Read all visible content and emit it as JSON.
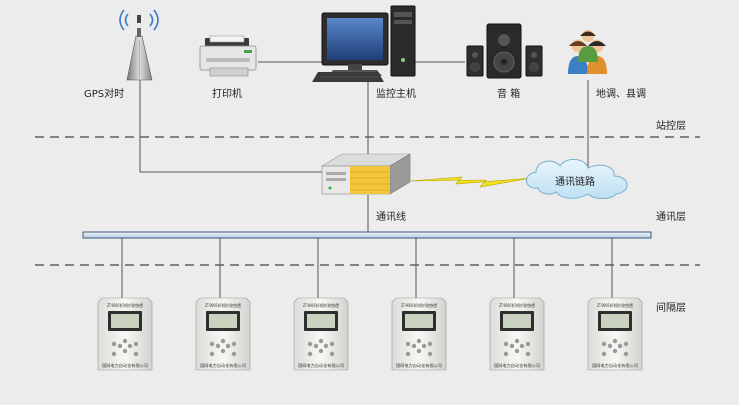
{
  "labels": {
    "gps": "GPS对时",
    "printer": "打印机",
    "host": "监控主机",
    "speaker": "音 箱",
    "dispatch": "地调、县调",
    "station_layer": "站控层",
    "comm_link": "通讯链路",
    "comm_bus": "通讯线",
    "comm_layer": "通讯层",
    "bay_layer": "间隔层"
  },
  "devices": [
    {
      "title": "ZT-9000系列保护测控装置",
      "maker": "国网电力自动化有限公司"
    },
    {
      "title": "ZT-9000系列保护测控装置",
      "maker": "国网电力自动化有限公司"
    },
    {
      "title": "ZT-9000系列保护测控装置",
      "maker": "国网电力自动化有限公司"
    },
    {
      "title": "ZT-9000系列保护测控装置",
      "maker": "国网电力自动化有限公司"
    },
    {
      "title": "ZT-9000系列保护测控装置",
      "maker": "国网电力自动化有限公司"
    },
    {
      "title": "ZT-9000系列保护测控装置",
      "maker": "国网电力自动化有限公司"
    }
  ],
  "colors": {
    "background": "#ececec",
    "line": "#555555",
    "bus_fill": "#d6e4f2",
    "bus_stroke": "#3c5a7a",
    "cloud_fill": "#d3ebf8",
    "cloud_stroke": "#7aaecd",
    "bolt": "#f2e020",
    "server_yellow": "#f2c53a"
  },
  "icons": {
    "gps": "antenna-icon",
    "printer": "printer-icon",
    "host": "desktop-computer-icon",
    "speaker": "speaker-icon",
    "dispatch": "people-icon",
    "server": "comm-server-icon",
    "cloud": "cloud-icon",
    "bolt": "lightning-link-icon",
    "device": "protection-relay-icon"
  }
}
